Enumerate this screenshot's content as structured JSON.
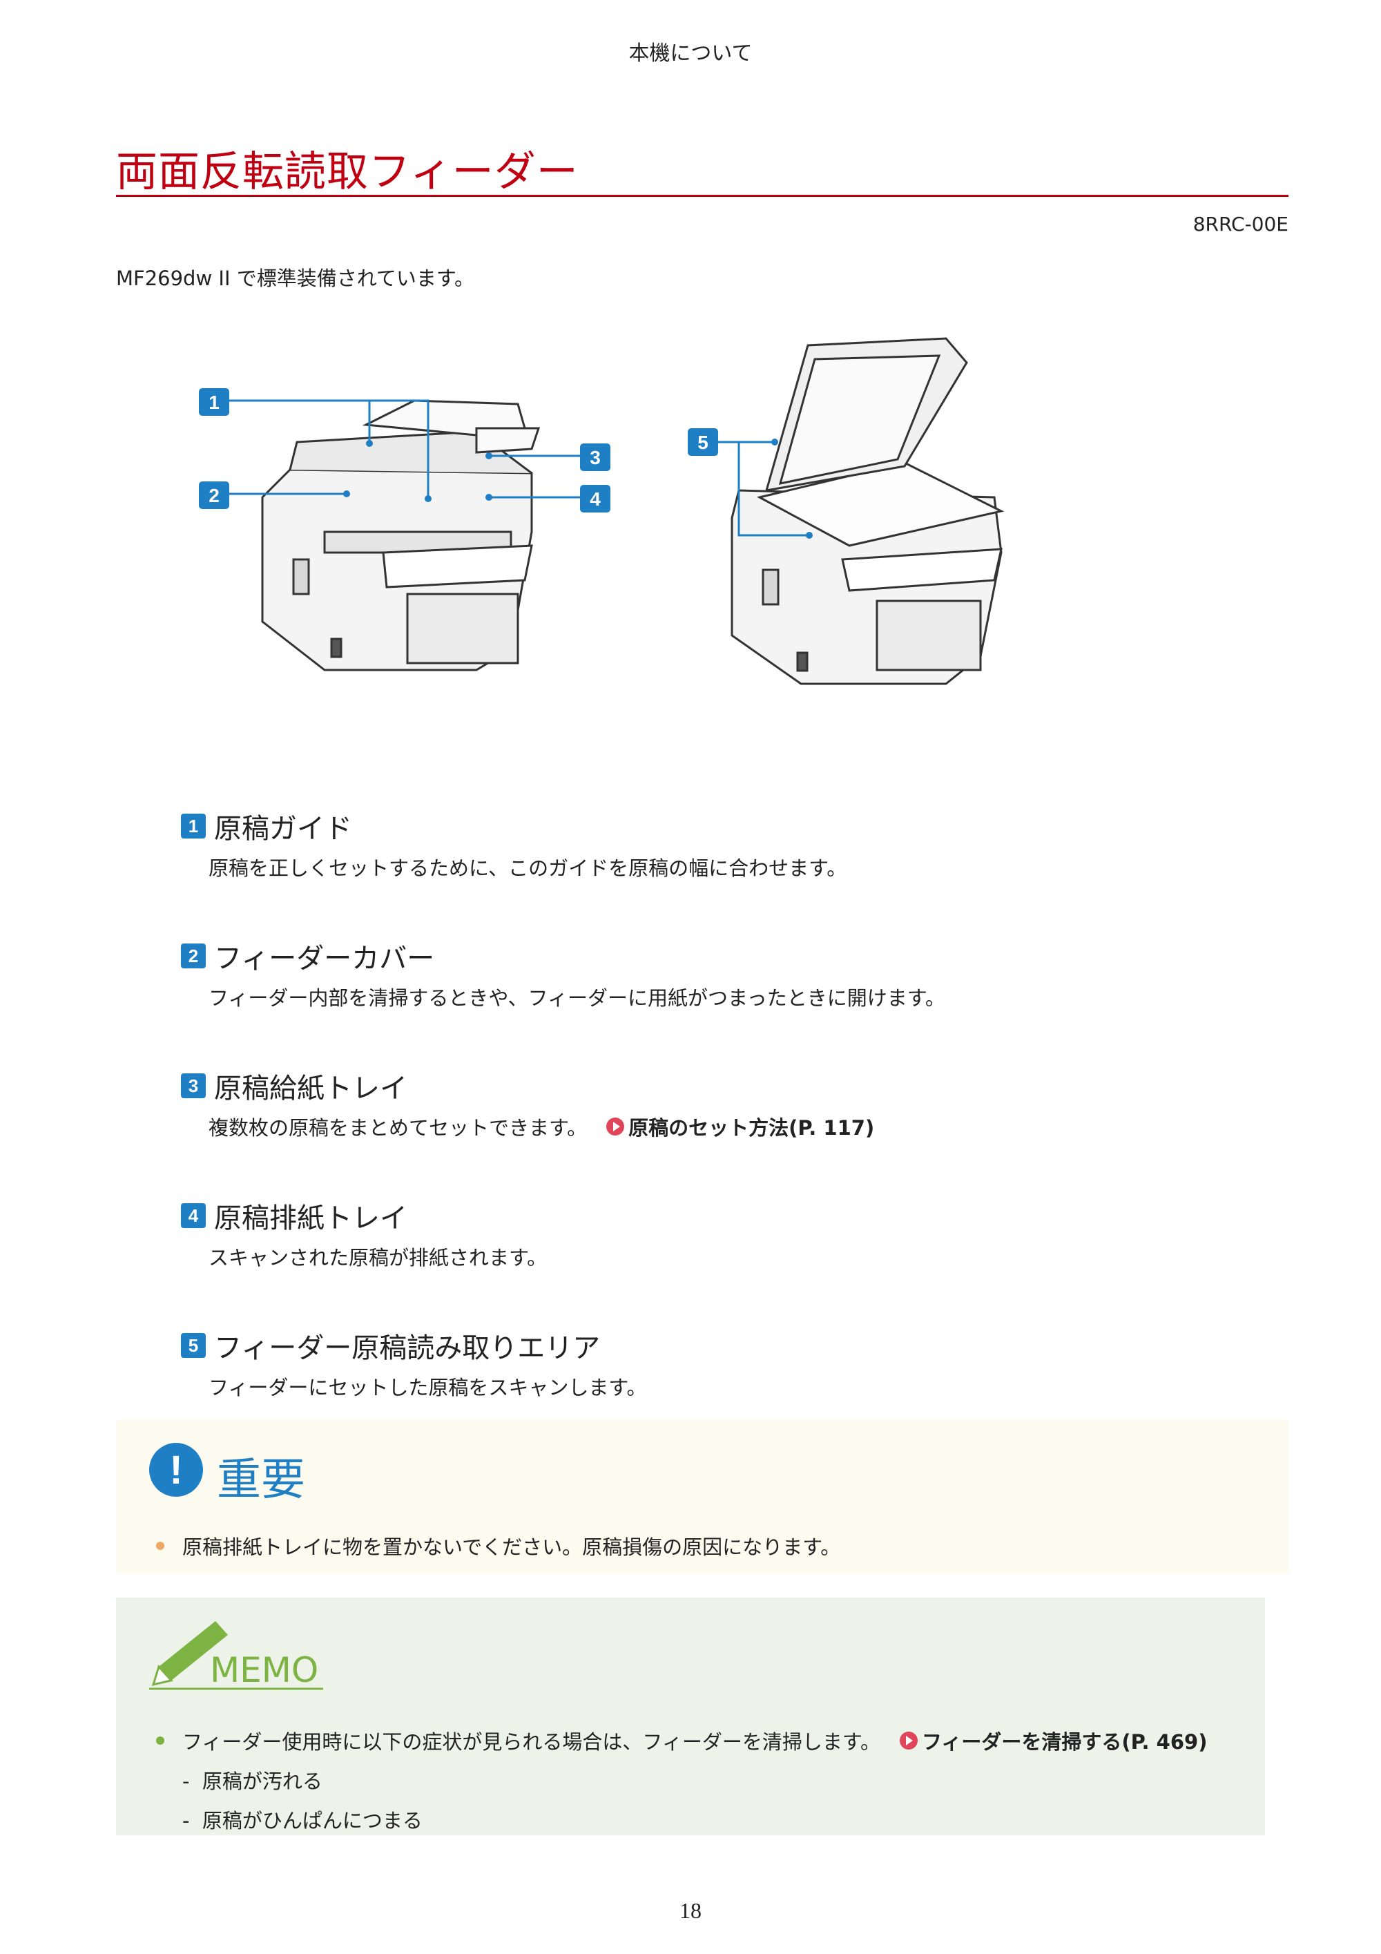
{
  "header": {
    "running_title": "本機について"
  },
  "title": "両面反転読取フィーダー",
  "doc_code": "8RRC-00E",
  "intro": "MF269dw II で標準装備されています。",
  "figure": {
    "callouts": [
      "1",
      "2",
      "3",
      "4",
      "5"
    ],
    "accent_color": "#1e7fc4"
  },
  "items": [
    {
      "num": "1",
      "title": "原稿ガイド",
      "desc": "原稿を正しくセットするために、このガイドを原稿の幅に合わせます。"
    },
    {
      "num": "2",
      "title": "フィーダーカバー",
      "desc": "フィーダー内部を清掃するときや、フィーダーに用紙がつまったときに開けます。"
    },
    {
      "num": "3",
      "title": "原稿給紙トレイ",
      "desc": "複数枚の原稿をまとめてセットできます。",
      "link": "原稿のセット方法(P. 117)"
    },
    {
      "num": "4",
      "title": "原稿排紙トレイ",
      "desc": "スキャンされた原稿が排紙されます。"
    },
    {
      "num": "5",
      "title": "フィーダー原稿読み取りエリア",
      "desc": "フィーダーにセットした原稿をスキャンします。"
    }
  ],
  "important": {
    "icon": "!",
    "title": "重要",
    "bullet": "原稿排紙トレイに物を置かないでください。原稿損傷の原因になります。"
  },
  "memo": {
    "label": "MEMO",
    "bullet": "フィーダー使用時に以下の症状が見られる場合は、フィーダーを清掃します。",
    "link": "フィーダーを清掃する(P. 469)",
    "subs": [
      "原稿が汚れる",
      "原稿がひんぱんにつまる"
    ],
    "dash": "-"
  },
  "page_number": "18"
}
